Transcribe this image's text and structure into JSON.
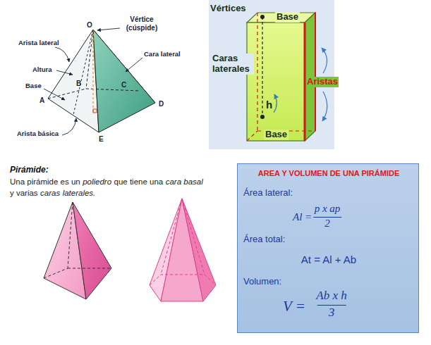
{
  "diagram": {
    "nodes": [
      {
        "text": [
          "AREA Y VOLUMEN DE UNA PIRÁMIDE",
          "Área lateral:",
          "Al =",
          "p x ap",
          "2",
          "Área total:",
          "At = Al + Ab",
          "Volumen:",
          "V =",
          "Ab x h",
          "3"
        ]
      }
    ],
    "labels": [
      "O",
      "Vértice (cúspide)",
      "Arista lateral",
      "Cara lateral",
      "Altura",
      "B",
      "C",
      "Base",
      "A",
      "D",
      "E",
      "Arista básica",
      "Vértices",
      "Base",
      "Caras laterales",
      "h",
      "Aristas",
      "Base",
      "Pirámide:",
      "Una pirámide es un",
      "poliedro",
      "que tiene una",
      "cara basal",
      "y varias",
      "caras",
      "laterales."
    ]
  }
}
